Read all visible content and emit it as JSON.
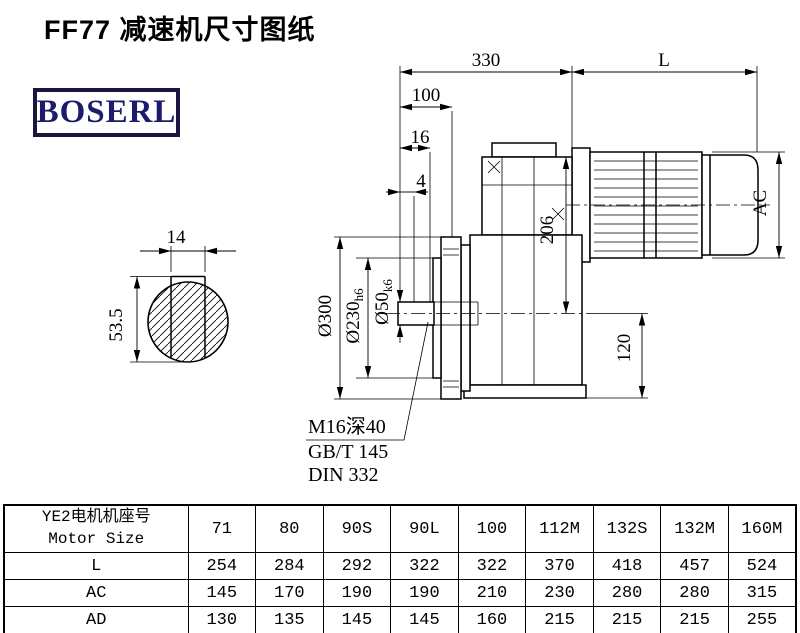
{
  "page": {
    "title": "FF77 减速机尺寸图纸",
    "logo": "BOSERL"
  },
  "drawing": {
    "dim_330": "330",
    "dim_L": "L",
    "dim_100": "100",
    "dim_16": "16",
    "dim_4": "4",
    "dim_AC": "AC",
    "dim_206": "206",
    "dim_300": "Ø300",
    "dim_230_main": "Ø230",
    "dim_230_sub": "h6",
    "dim_50_main": "Ø50",
    "dim_50_sub": "k6",
    "dim_120": "120",
    "dim_14": "14",
    "dim_53_5": "53.5",
    "note_1": "M16深40",
    "note_2": "GB/T 145",
    "note_3": "DIN 332"
  },
  "table": {
    "header": {
      "label_cn": "YE2电机机座号",
      "label_en": "Motor Size",
      "sizes": [
        "71",
        "80",
        "90S",
        "90L",
        "100",
        "112M",
        "132S",
        "132M",
        "160M"
      ]
    },
    "rows": [
      {
        "label": "L",
        "values": [
          "254",
          "284",
          "292",
          "322",
          "322",
          "370",
          "418",
          "457",
          "524"
        ]
      },
      {
        "label": "AC",
        "values": [
          "145",
          "170",
          "190",
          "190",
          "210",
          "230",
          "280",
          "280",
          "315"
        ]
      },
      {
        "label": "AD",
        "values": [
          "130",
          "135",
          "145",
          "145",
          "160",
          "215",
          "215",
          "215",
          "255"
        ]
      }
    ]
  }
}
